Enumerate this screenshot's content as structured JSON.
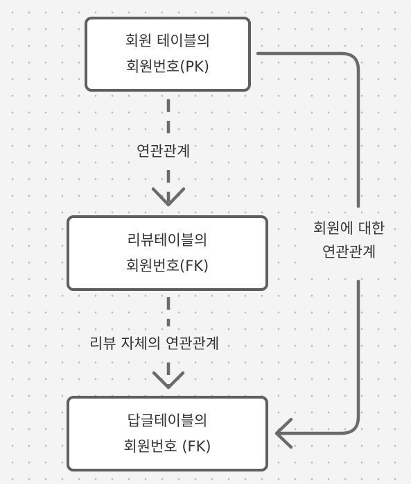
{
  "nodes": {
    "member_pk": {
      "line1": "회원 테이블의",
      "line2": "회원번호(PK)"
    },
    "review_fk": {
      "line1": "리뷰테이블의",
      "line2": "회원번호(FK)"
    },
    "reply_fk": {
      "line1": "답글테이블의",
      "line2": "회원번호 (FK)"
    }
  },
  "edges": {
    "member_to_review": "연관관계",
    "review_to_reply": "리뷰 자체의 연관관계",
    "member_to_reply": {
      "line1": "회원에 대한",
      "line2": "연관관계"
    }
  },
  "colors": {
    "background": "#f4f4f4",
    "grid_dot": "#bdbdbd",
    "stroke": "#5f5f5f",
    "text": "#333333",
    "box_fill": "#ffffff"
  }
}
